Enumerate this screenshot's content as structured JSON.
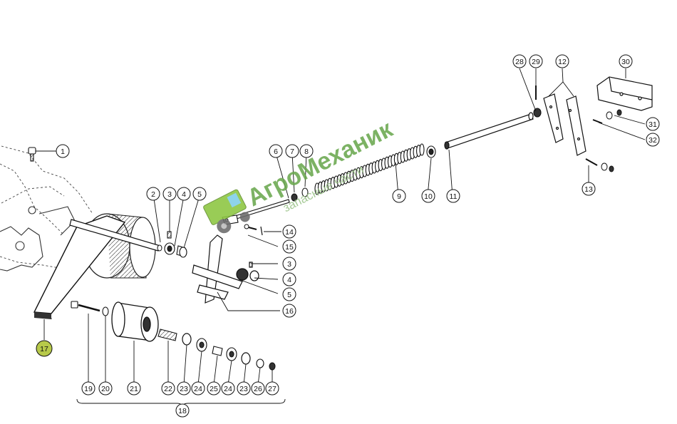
{
  "diagram": {
    "watermark": {
      "brand": "АгроМеханик",
      "tagline": "запасные части",
      "logo_icon": "tractor-icon",
      "color": "#6aa84f"
    },
    "highlight_color": "#b7c94a",
    "callouts": [
      "1",
      "2",
      "3",
      "4",
      "5",
      "6",
      "7",
      "8",
      "9",
      "10",
      "11",
      "12",
      "13",
      "14",
      "15",
      "3",
      "4",
      "5",
      "16",
      "17",
      "19",
      "20",
      "21",
      "22",
      "23",
      "24",
      "25",
      "24",
      "23",
      "26",
      "27",
      "18",
      "28",
      "29",
      "30",
      "31",
      "32"
    ]
  }
}
